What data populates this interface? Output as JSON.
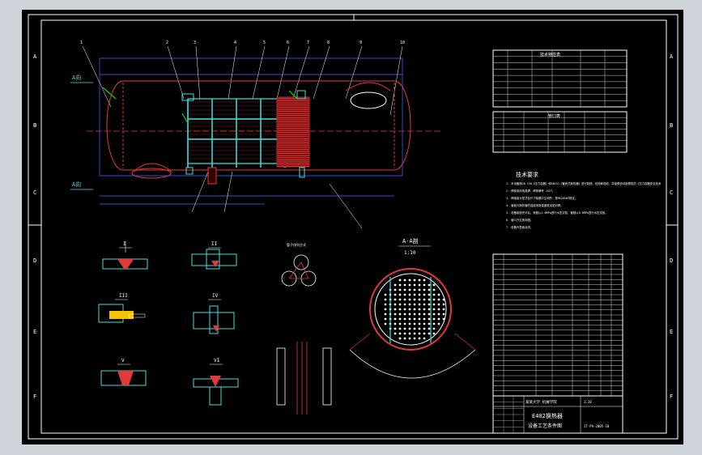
{
  "drawing": {
    "view_a_label_top": "A向",
    "view_a_label_bottom": "A向",
    "section_title": "A-A剖",
    "section_scale": "1:10",
    "detail_labels": [
      "I",
      "II",
      "III",
      "IV",
      "V",
      "VI"
    ],
    "tube_arrangement_title": "管子排列方式",
    "tech_requirements_title": "技术要求",
    "tech_requirements": [
      "1. 本设备按GB 150《压力容器》和GB151《管壳式换热器》进行制造、检验和验收，并接受劳动部颁发的《压力容器安全技术监察规程》的监督。",
      "2. 焊接采用电弧焊，焊条牌号 J427。",
      "3. 焊接接头型式及尺寸除图中注明外，按HG20583规定。",
      "4. 管板与换热管的连接采用强度胀加密封焊。",
      "5. 设备制造完毕后，壳程以1.0MPa进行水压试验，管程以0.6MPa进行水压试验。",
      "6. 管口方位按本图。",
      "7. 设备外表面涂漆。"
    ],
    "design_data_title": "技术特性表",
    "nozzle_table_title": "管口表",
    "title_block": {
      "company": "某某大学 机械学院",
      "drawing_name": "E402换热器",
      "drawing_subtitle": "设备工艺条件图",
      "drawing_no": "JT-Ph-2005-10",
      "scale": "1:20"
    },
    "border_zone_letters": [
      "A",
      "B",
      "C",
      "D",
      "E",
      "F"
    ]
  }
}
